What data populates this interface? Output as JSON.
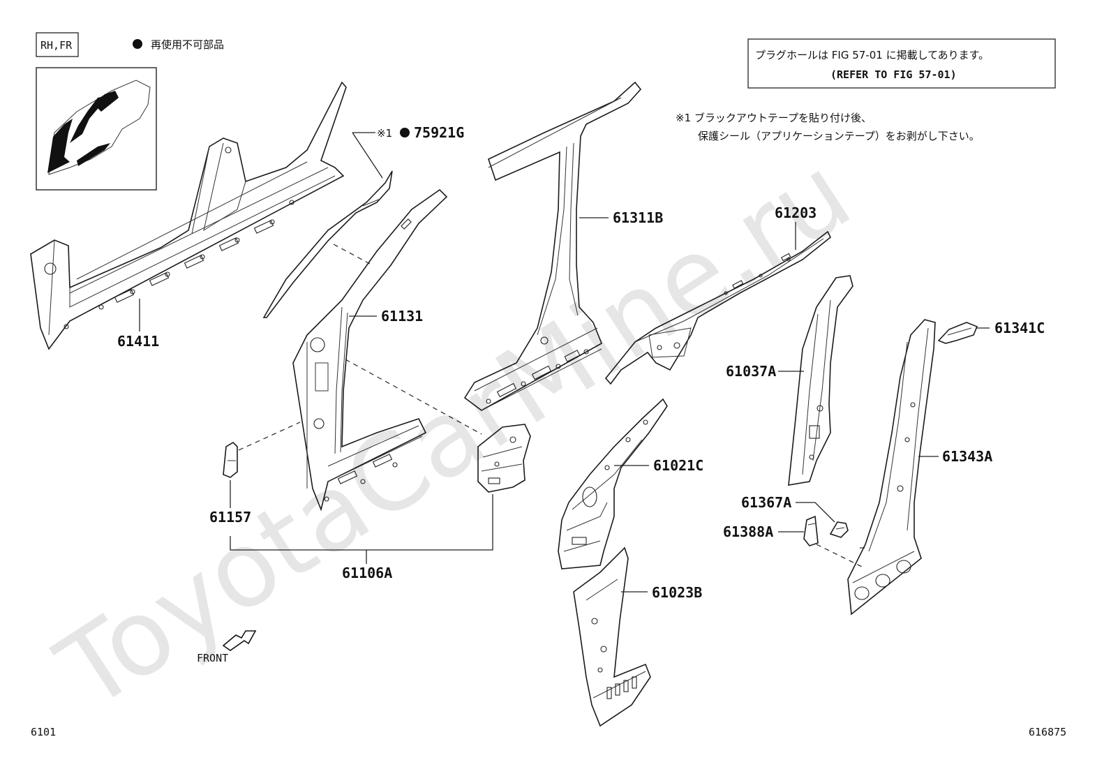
{
  "header": {
    "rh_fr": "RH,FR",
    "legend_text": "再使用不可部品"
  },
  "note_box": {
    "line1": "プラグホールは FIG 57-01 に掲載してあります。",
    "line2": "(REFER TO FIG 57-01)"
  },
  "note1": {
    "line1": "※1 ブラックアウトテープを貼り付け後、",
    "line2": "保護シール（アプリケーションテープ）をお剥がし下さい。"
  },
  "watermark": "ToyotaCarMine.ru",
  "labels": {
    "p75921G_prefix": "※1",
    "p75921G": "75921G",
    "p61411": "61411",
    "p61131": "61131",
    "p61311B": "61311B",
    "p61203": "61203",
    "p61037A": "61037A",
    "p61341C": "61341C",
    "p61343A": "61343A",
    "p61021C": "61021C",
    "p61023B": "61023B",
    "p61157": "61157",
    "p61106A": "61106A",
    "p61367A": "61367A",
    "p61388A": "61388A"
  },
  "front_label": "FRONT",
  "footer": {
    "left": "6101",
    "right": "616875"
  },
  "colors": {
    "line": "#1a1a1a",
    "watermark": "#e6e6e6",
    "background": "#ffffff"
  }
}
